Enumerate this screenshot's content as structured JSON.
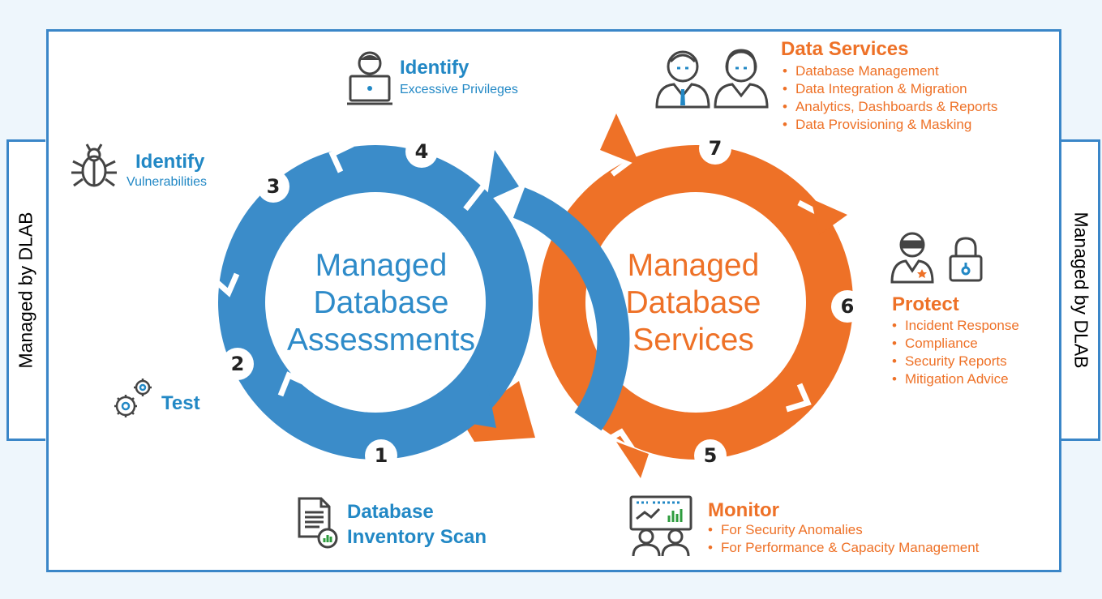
{
  "side_labels": {
    "left": "Managed by DLAB",
    "right": "Managed by DLAB"
  },
  "colors": {
    "blue": "#2e8bc9",
    "orange": "#ee7127",
    "frame": "#3a86c8",
    "background": "#eef6fc"
  },
  "left_cycle": {
    "title": "Managed Database Assessments"
  },
  "right_cycle": {
    "title": "Managed Database Services"
  },
  "steps": [
    {
      "number": "1",
      "heading": "Database Inventory Scan",
      "icon": "document-report-icon"
    },
    {
      "number": "2",
      "heading": "Test",
      "icon": "gears-icon"
    },
    {
      "number": "3",
      "heading": "Identify",
      "sub": "Vulnerabilities",
      "icon": "bug-icon"
    },
    {
      "number": "4",
      "heading": "Identify",
      "sub": "Excessive Privileges",
      "icon": "user-laptop-icon"
    },
    {
      "number": "5",
      "heading": "Monitor",
      "icon": "monitoring-team-icon",
      "items": [
        "For Security Anomalies",
        "For Performance & Capacity Management"
      ]
    },
    {
      "number": "6",
      "heading": "Protect",
      "icon": "security-guard-lock-icon",
      "items": [
        "Incident Response",
        "Compliance",
        "Security Reports",
        "Mitigation Advice"
      ]
    },
    {
      "number": "7",
      "heading": "Data Services",
      "icon": "team-people-icon",
      "items": [
        "Database Management",
        "Data Integration & Migration",
        "Analytics, Dashboards & Reports",
        "Data Provisioning & Masking"
      ]
    }
  ]
}
